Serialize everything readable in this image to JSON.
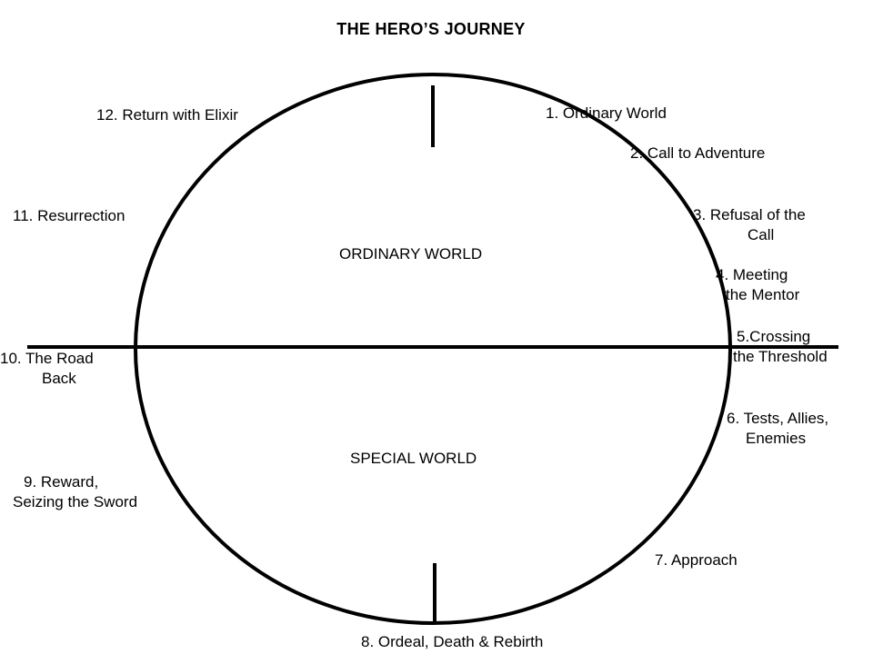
{
  "title": "THE HERO’S JOURNEY",
  "regions": {
    "upper": "ORDINARY WORLD",
    "lower": "SPECIAL WORLD"
  },
  "stages": [
    {
      "line1": "1.  Ordinary World"
    },
    {
      "line1": "2. Call to Adventure"
    },
    {
      "line1": "3. Refusal of the",
      "line2": "Call"
    },
    {
      "line1": "4. Meeting",
      "line2": "the Mentor"
    },
    {
      "line1": "5.Crossing",
      "line2": "the Threshold"
    },
    {
      "line1": "6. Tests, Allies,",
      "line2": "Enemies"
    },
    {
      "line1": "7. Approach"
    },
    {
      "line1": "8. Ordeal, Death & Rebirth"
    },
    {
      "line1": "9. Reward,",
      "line2": "Seizing the Sword"
    },
    {
      "line1": "10. The Road",
      "line2": "Back"
    },
    {
      "line1": "11. Resurrection"
    },
    {
      "line1": "12. Return with Elixir"
    }
  ]
}
